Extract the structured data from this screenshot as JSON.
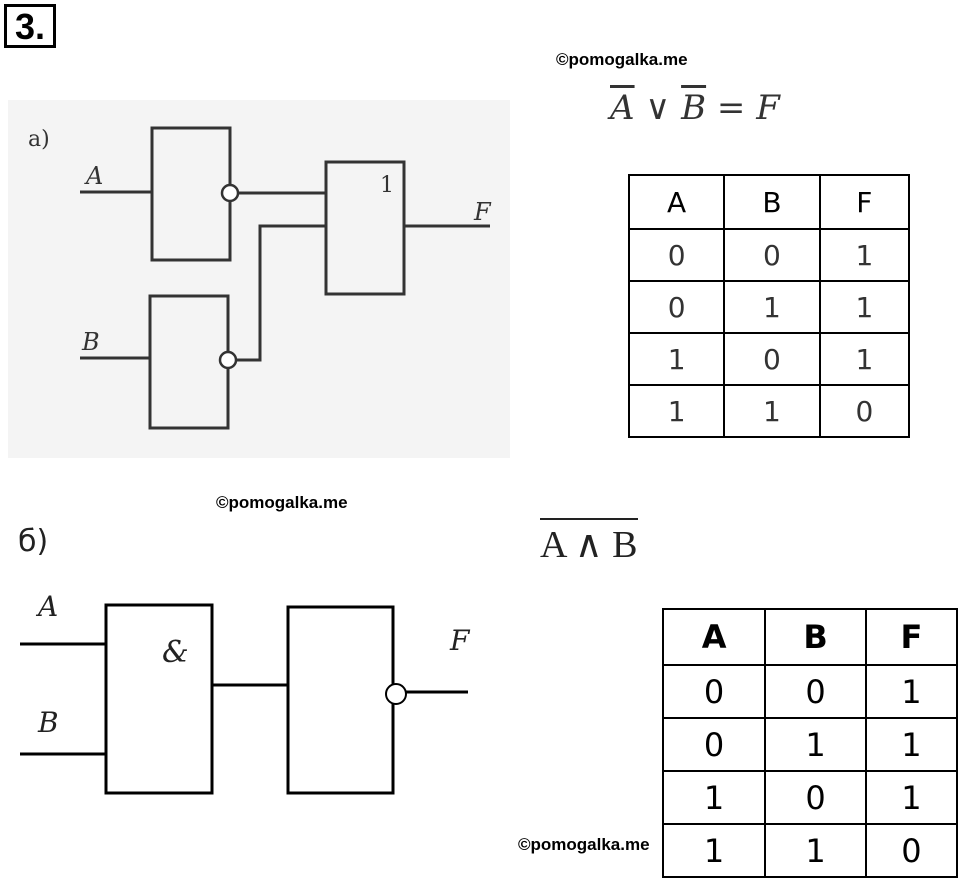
{
  "task_number": "3.",
  "watermark": "©pomogalka.me",
  "part_a": {
    "label": "a)",
    "formula": {
      "a": "A",
      "or": "∨",
      "b": "B",
      "eq": "=",
      "f": "F"
    },
    "circuit": {
      "input_a": "A",
      "input_b": "B",
      "gate_or": "1",
      "output": "F"
    },
    "truth_table": {
      "headers": [
        "A",
        "B",
        "F"
      ],
      "rows": [
        [
          "0",
          "0",
          "1"
        ],
        [
          "0",
          "1",
          "1"
        ],
        [
          "1",
          "0",
          "1"
        ],
        [
          "1",
          "1",
          "0"
        ]
      ]
    }
  },
  "part_b": {
    "label": "б)",
    "formula": "A ∧ B",
    "circuit": {
      "input_a": "A",
      "input_b": "B",
      "gate_and": "&",
      "output": "F"
    },
    "truth_table": {
      "headers": [
        "A",
        "B",
        "F"
      ],
      "rows": [
        [
          "0",
          "0",
          "1"
        ],
        [
          "0",
          "1",
          "1"
        ],
        [
          "1",
          "0",
          "1"
        ],
        [
          "1",
          "1",
          "0"
        ]
      ]
    }
  }
}
